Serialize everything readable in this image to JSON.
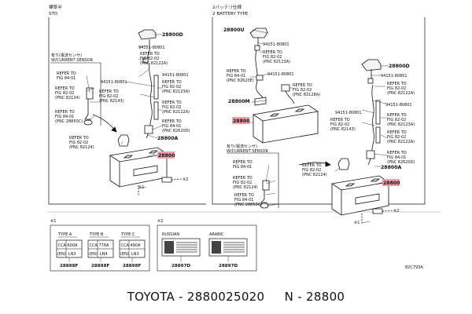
{
  "sections": {
    "std": {
      "title_jp": "標準半",
      "title_en": "STD"
    },
    "battery2": {
      "title_jp": "2バッテリ仕様",
      "title_en": "2 BATTERY TYPE"
    }
  },
  "sensor_group": {
    "title_jp": "有り(電流センサ)",
    "title_en": "W/CURRENT SENSOR"
  },
  "labels": {
    "l_28800D_a": "28800D",
    "l_94151_a": "94151-80801",
    "l_ref_a": "REFER TO\nFIG 82-02\n(PNC 82122A)",
    "l_ref_b": "REFER TO\nFIG 84-01",
    "l_ref_c": "REFER TO\nFIG 82-02\n(PNC 82124)",
    "l_94151_b": "94151-80801",
    "l_ref_d": "REFER TO\nFIG 82-02\n(PNC 82143)",
    "l_94151_c": "94151-80801",
    "l_ref_e": "REFER TO\nFIG 82-02\n(PNC 82123A)",
    "l_ref_f": "REFER TO\nFIG 84-01\n(PNC 28850C)",
    "l_ref_g": "REFER TO\nFIG 82-02\n(PNC 82122A)",
    "l_ref_h": "REFER TO\nFIG 84-01\n(PNC 82620D)",
    "l_28800A_a": "28800A",
    "l_ref_i": "REFER TO\nFIG 82-02\n(PNC 82124)",
    "l_28800_a": "28800",
    "l_note2_a": "※2",
    "l_note1_a": "※1",
    "l_28800U": "28800U",
    "l_94151_d": "94151-80801",
    "l_ref_j": "REFER TO\nFIG 82-02\n(PNC 82123A)",
    "l_ref_k": "REFER TO\nFIG 84-01\n(PNC 82620E)",
    "l_94151_e": "94151-80801",
    "l_ref_l": "REFER TO\nFIG 82-02\n(PNC 82128A)",
    "l_28800M": "28800M",
    "l_28800_b": "28800",
    "l_28800D_b": "28800D",
    "l_94151_f": "94151-80801",
    "l_ref_m": "REFER TO\nFIG 82-02\n(PNC 82122A)",
    "l_94151_g": "94151-80801",
    "l_94151_h": "94151-80801",
    "l_ref_n": "REFER TO\nFIG 82-02\n(PNC 82143)",
    "l_ref_o": "REFER TO\nFIG 82-02\n(PNC 82123A)",
    "l_ref_p": "REFER TO\nFIG 82-02\n(PNC 82122A)",
    "l_ref_q": "REFER TO\nFIG 84-01\n(PNC 82620D)",
    "l_ref_r": "REFER TO\nFIG 84-01",
    "l_ref_s": "REFER TO\nFIG 82-02\n(PNC 82124)",
    "l_ref_t": "REFER TO\nFIG 84-01\n(PNC 28850C)",
    "l_ref_u": "REFER TO\nFIG 82-02\n(PNC 82124)",
    "l_28800A_b": "28800A",
    "l_28800_c": "28800",
    "l_note1_b": "※1",
    "l_note2_b": "※2"
  },
  "notes": {
    "note1": {
      "mark": "※1",
      "types": [
        {
          "label": "TYPE A",
          "cca": "CCA",
          "val": "600A",
          "en": "(EN)",
          "ln": "LN3",
          "part": "28898F"
        },
        {
          "label": "TYPE B",
          "cca": "CCA",
          "val": "776A",
          "en": "(EN)",
          "ln": "LN4",
          "part": "28898F"
        },
        {
          "label": "TYPE C",
          "cca": "CCA",
          "val": "490A",
          "en": "(EN)",
          "ln": "LN3",
          "part": "28898F"
        }
      ]
    },
    "note2": {
      "mark": "※2",
      "labels": [
        {
          "label": "RUSSIAN",
          "part": "28897D"
        },
        {
          "label": "ARABIC",
          "part": "28897D"
        }
      ]
    }
  },
  "figure_code": "82C793A",
  "footer": "TOYOTA - 2880025020     N - 28800",
  "colors": {
    "highlight": "#f0a0a8",
    "line": "#111111",
    "ground": "#cfcfcf"
  }
}
